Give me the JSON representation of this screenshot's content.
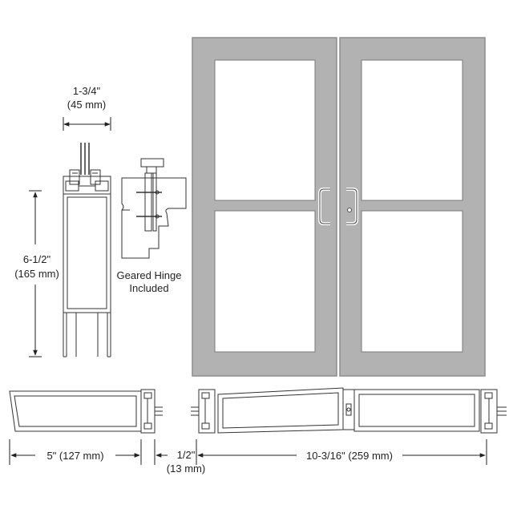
{
  "dimensions": {
    "depth_in": "1-3/4\"",
    "depth_mm": "(45 mm)",
    "height_in": "6-1/2\"",
    "height_mm": "(165 mm)",
    "bottom_left": "5\" (127 mm)",
    "gap_in": "1/2\"",
    "gap_mm": "(13 mm)",
    "bottom_right": "10-3/16\" (259 mm)"
  },
  "hinge_label": {
    "line1": "Geared Hinge",
    "line2": "Included"
  },
  "colors": {
    "door_frame": "#b2b2b2",
    "door_outline": "#8c8c8c",
    "glass": "#ffffff",
    "line": "#333333"
  }
}
